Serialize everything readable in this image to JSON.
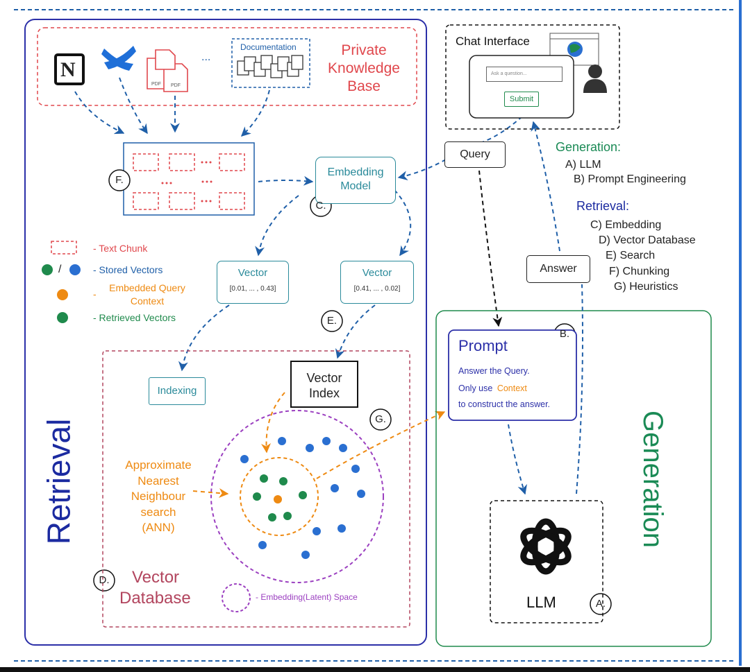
{
  "colors": {
    "blue": "#1f5fa8",
    "red": "#e0474c",
    "orange": "#ee8a12",
    "green": "#1f8a4c",
    "teal": "#2a8a9a",
    "purple": "#9b3fc0",
    "navy": "#2b2fa8",
    "retrieval_text": "#1b2aa0",
    "generation_text": "#1a8a55"
  },
  "knowledge_base": {
    "title_line1": "Private",
    "title_line2": "Knowledge",
    "title_line3": "Base",
    "documentation_label": "Documentation",
    "pdf_label_1": "PDF",
    "pdf_label_2": "PDF",
    "ellipsis": "...",
    "notion_letter": "N"
  },
  "chat": {
    "title": "Chat Interface",
    "placeholder": "Ask a question...",
    "submit": "Submit"
  },
  "steps": {
    "query": "Query",
    "answer": "Answer",
    "embedding_model_line1": "Embedding",
    "embedding_model_line2": "Model",
    "vector_label": "Vector",
    "vector1_values": "[0.01, ... , 0.43]",
    "vector2_values": "[0.41, ... , 0.02]",
    "indexing": "Indexing",
    "vector_index_line1": "Vector",
    "vector_index_line2": "Index",
    "ann_line1": "Approximate",
    "ann_line2": "Nearest",
    "ann_line3": "Neighbour",
    "ann_line4": "search",
    "ann_line5": "(ANN)",
    "vector_db_line1": "Vector",
    "vector_db_line2": "Database",
    "llm": "LLM"
  },
  "markers": {
    "a": "A.",
    "b": "B.",
    "c": "C.",
    "d": "D.",
    "e": "E.",
    "f": "F.",
    "g": "G."
  },
  "prompt": {
    "title": "Prompt",
    "line1": "Answer the Query.",
    "line2_a": "Only use",
    "line2_b": "Context",
    "line3": "to construct the answer."
  },
  "legend": {
    "text_chunk": "- Text Chunk",
    "stored_vectors": "- Stored Vectors",
    "slash": "/",
    "embedded_query_line1": "Embedded Query",
    "embedded_query_line2": "Context",
    "dash": "-",
    "retrieved_vectors": "- Retrieved Vectors",
    "embedding_space": "- Embedding(Latent) Space"
  },
  "sections": {
    "retrieval": "Retrieval",
    "generation": "Generation"
  },
  "glossary": {
    "generation_heading": "Generation:",
    "gen_items": [
      "A) LLM",
      "B) Prompt Engineering"
    ],
    "retrieval_heading": "Retrieval:",
    "ret_items": [
      "C) Embedding",
      "D) Vector Database",
      "E) Search",
      "F) Chunking",
      "G) Heuristics"
    ]
  }
}
